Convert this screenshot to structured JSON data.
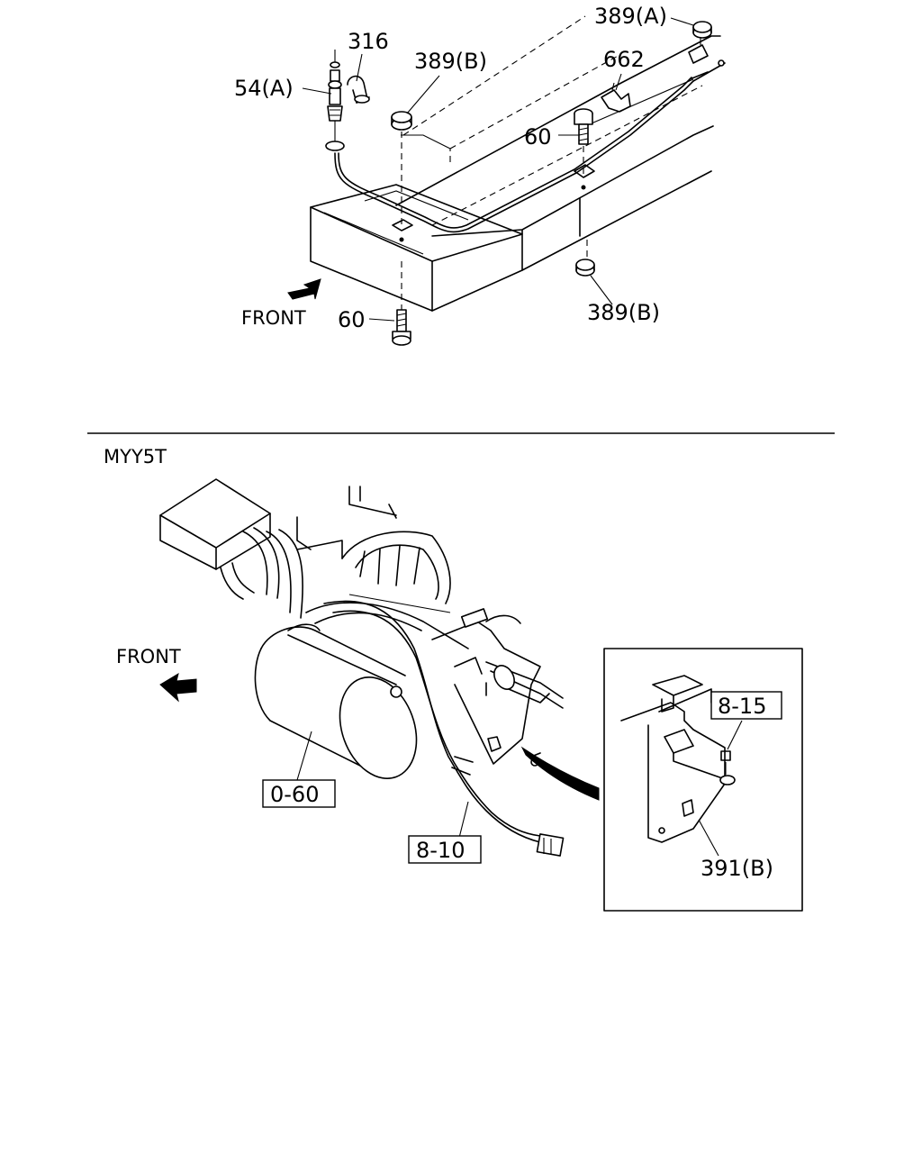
{
  "top_view": {
    "front_label": "FRONT",
    "callouts": {
      "c389a": "389(A)",
      "c316": "316",
      "c389b_top": "389(B)",
      "c662": "662",
      "c54a": "54(A)",
      "c60_upper": "60",
      "c60_lower": "60",
      "c389b_bottom": "389(B)"
    }
  },
  "bottom_view": {
    "model_code": "MYY5T",
    "front_label": "FRONT",
    "callouts": {
      "c060": "0-60",
      "c810": "8-10",
      "c815": "8-15",
      "c391b": "391(B)"
    }
  }
}
